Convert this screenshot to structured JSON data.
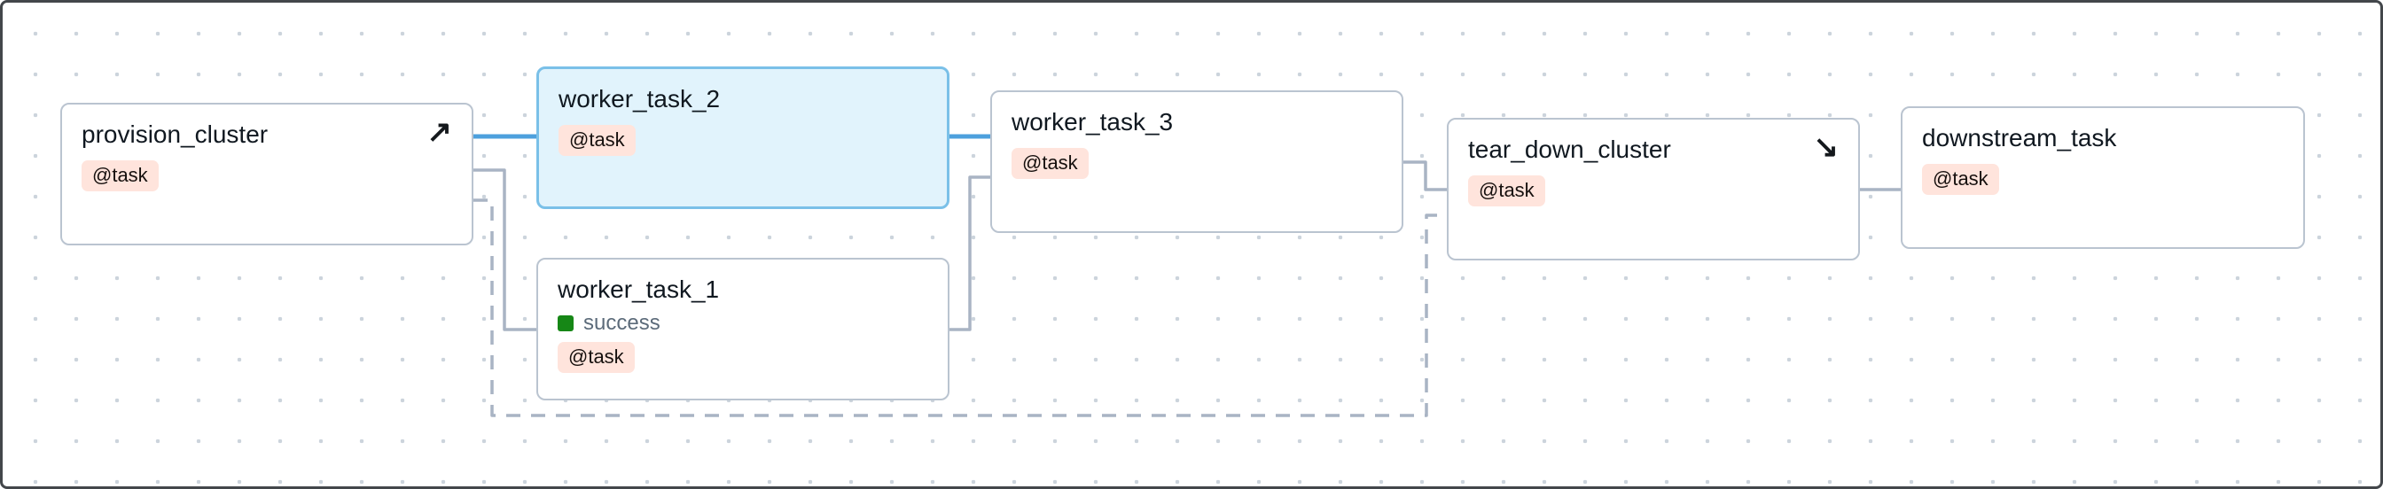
{
  "canvas": {
    "background": "#ffffff",
    "dot_grid_color": "#ccd4dc",
    "frame_border_color": "#43474b"
  },
  "colors": {
    "edge_normal": "#a9b4c4",
    "edge_highlighted": "#4da0dd",
    "node_border": "#bac4d0",
    "selected_node_border": "#7ac0e8",
    "selected_node_fill": "#e1f3fc",
    "badge_background": "#ffe4dc",
    "success_green": "#168716",
    "status_text": "#5c6b7a",
    "title_text": "#101820"
  },
  "icons": {
    "setup": "↗",
    "teardown": "↘"
  },
  "nodes": [
    {
      "id": "provision_cluster",
      "title": "provision_cluster",
      "badge": "@task",
      "decorator": "setup-arrow-icon",
      "selected": false
    },
    {
      "id": "worker_task_2",
      "title": "worker_task_2",
      "badge": "@task",
      "selected": true
    },
    {
      "id": "worker_task_1",
      "title": "worker_task_1",
      "badge": "@task",
      "status": "success",
      "selected": false
    },
    {
      "id": "worker_task_3",
      "title": "worker_task_3",
      "badge": "@task",
      "selected": false
    },
    {
      "id": "tear_down_cluster",
      "title": "tear_down_cluster",
      "badge": "@task",
      "decorator": "teardown-arrow-icon",
      "selected": false
    },
    {
      "id": "downstream_task",
      "title": "downstream_task",
      "badge": "@task",
      "selected": false
    }
  ],
  "edges": [
    {
      "from": "provision_cluster",
      "to": "worker_task_2",
      "style": "highlighted"
    },
    {
      "from": "provision_cluster",
      "to": "worker_task_1",
      "style": "normal"
    },
    {
      "from": "worker_task_2",
      "to": "worker_task_3",
      "style": "highlighted"
    },
    {
      "from": "worker_task_1",
      "to": "worker_task_3",
      "style": "normal"
    },
    {
      "from": "worker_task_3",
      "to": "tear_down_cluster",
      "style": "normal"
    },
    {
      "from": "tear_down_cluster",
      "to": "downstream_task",
      "style": "normal"
    },
    {
      "from": "provision_cluster",
      "to": "tear_down_cluster",
      "style": "dashed-setup-teardown"
    }
  ]
}
